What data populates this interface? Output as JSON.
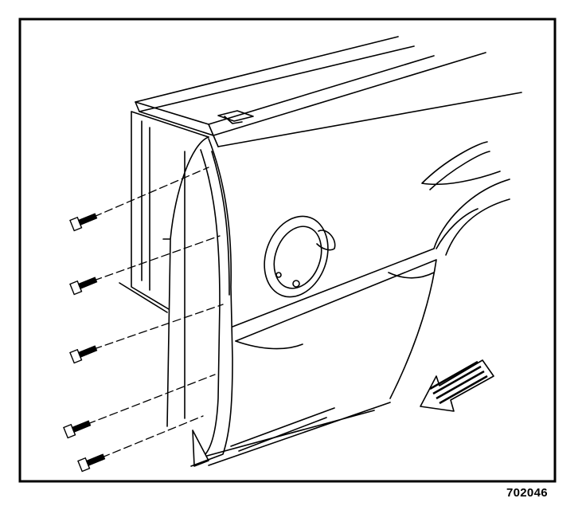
{
  "figure": {
    "id_label": "702046",
    "subject": "bedside-outer-panel",
    "fastener_count": 5,
    "colors": {
      "ink": "#000000",
      "paper": "#ffffff"
    }
  }
}
